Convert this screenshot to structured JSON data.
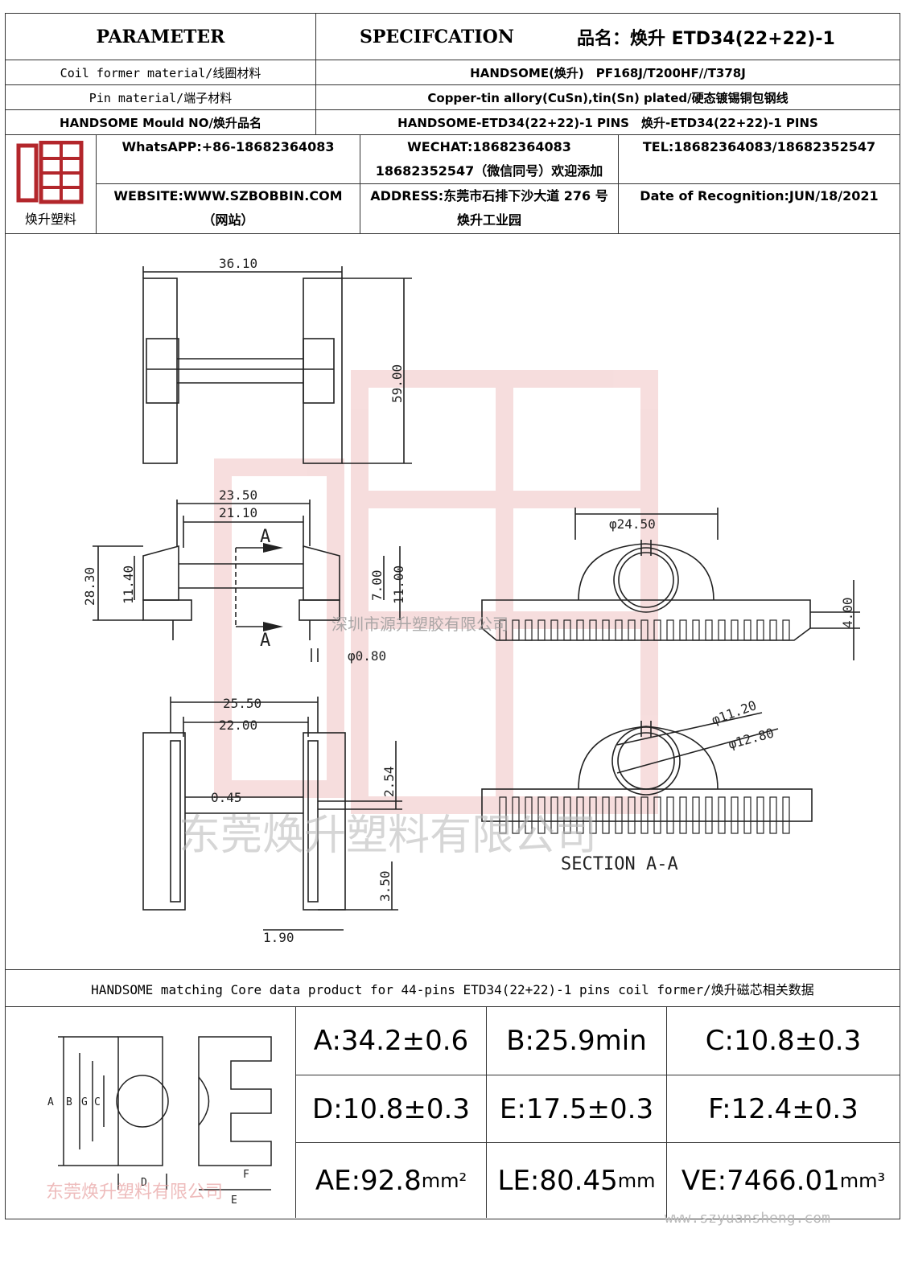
{
  "header": {
    "parameter": "PARAMETER",
    "specification": "SPECIFCATION",
    "product_name": "品名：焕升 ETD34(22+22)-1"
  },
  "rows": [
    {
      "label": "Coil former material/线圈材料",
      "value": "HANDSOME(焕升)　PF168J/T200HF//T378J"
    },
    {
      "label": "Pin material/端子材料",
      "value": "Copper-tin allory(CuSn),tin(Sn) plated/硬态镀锡铜包钢线"
    },
    {
      "label": "HANDSOME Mould NO/焕升品名",
      "value": "HANDSOME-ETD34(22+22)-1 PINS　焕升-ETD34(22+22)-1 PINS"
    }
  ],
  "company": {
    "logo_caption": "焕升塑料",
    "whatsapp": "WhatsAPP:+86-18682364083",
    "wechat": "WECHAT:18682364083 18682352547（微信同号）欢迎添加",
    "tel": "TEL:18682364083/18682352547",
    "website": "WEBSITE:WWW.SZBOBBIN.COM（网站）",
    "address": "ADDRESS:东莞市石排下沙大道 276 号焕升工业园",
    "date": "Date of Recognition:JUN/18/2021"
  },
  "drawing": {
    "dim_3610": "36.10",
    "dim_5900": "59.00",
    "dim_2350": "23.50",
    "dim_2110": "21.10",
    "dim_2830": "28.30",
    "dim_1140": "11.40",
    "dim_700": "7.00",
    "dim_1100": "11.00",
    "dim_080": "φ0.80",
    "dim_2450": "φ24.50",
    "dim_400": "4.00",
    "dim_2550": "25.50",
    "dim_2200": "22.00",
    "dim_045": "0.45",
    "dim_254": "2.54",
    "dim_350": "3.50",
    "dim_190": "1.90",
    "dim_1120": "φ11.20",
    "dim_1280": "φ12.80",
    "section_label": "SECTION A-A",
    "section_mark": "A",
    "watermark_1": "深圳市源升塑胶有限公司",
    "watermark_2": "东莞焕升塑料有限公司"
  },
  "core": {
    "heading": "HANDSOME matching Core data  product for 44-pins ETD34(22+22)-1 pins coil former/焕升磁芯相关数据",
    "letters": [
      "A",
      "B",
      "G",
      "C",
      "D",
      "F",
      "E"
    ],
    "watermark": "东莞焕升塑料有限公司",
    "values": [
      [
        "A:34.2±0.6",
        "B:25.9min",
        "C:10.8±0.3"
      ],
      [
        "D:10.8±0.3",
        "E:17.5±0.3",
        "F:12.4±0.3"
      ]
    ],
    "ae_value": "AE:92.8",
    "ae_unit": "mm²",
    "le_value": "LE:80.45",
    "le_unit": "mm",
    "ve_value": "VE:7466.01",
    "ve_unit": "mm³",
    "footer_url": "www.szyuansheng.com"
  },
  "colors": {
    "watermark": "#e8a0a0",
    "logo": "#b3262b",
    "line": "#333333"
  }
}
